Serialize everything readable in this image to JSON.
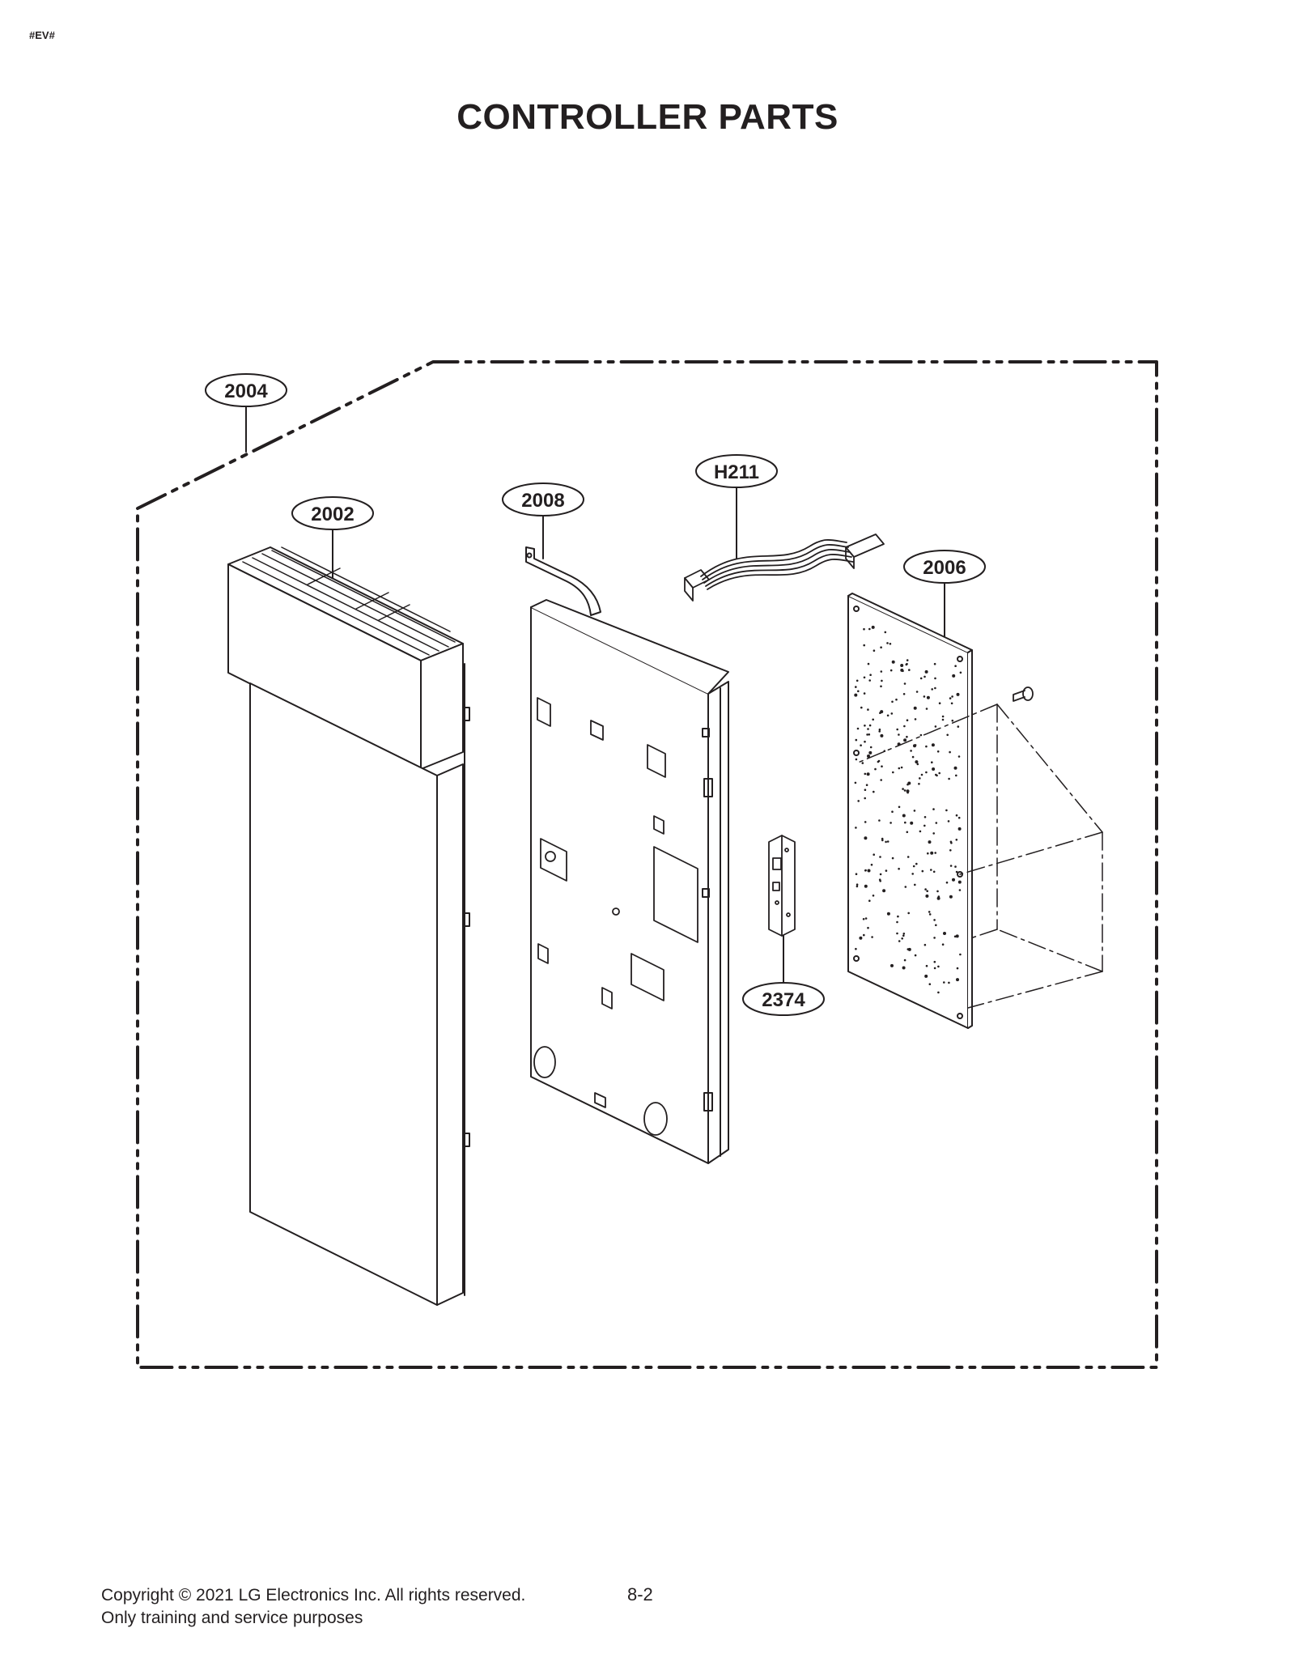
{
  "header": {
    "code": "#EV#",
    "title": "CONTROLLER PARTS"
  },
  "callouts": [
    {
      "id": "c2004",
      "label": "2004"
    },
    {
      "id": "c2002",
      "label": "2002"
    },
    {
      "id": "c2008",
      "label": "2008"
    },
    {
      "id": "cH211",
      "label": "H211"
    },
    {
      "id": "c2006",
      "label": "2006"
    },
    {
      "id": "c2374",
      "label": "2374"
    }
  ],
  "footer": {
    "copyright": "Copyright © 2021 LG Electronics Inc. All rights reserved.",
    "note": "Only training and service purposes",
    "page": "8-2"
  },
  "colors": {
    "line": "#231f20",
    "fill": "#ffffff"
  }
}
